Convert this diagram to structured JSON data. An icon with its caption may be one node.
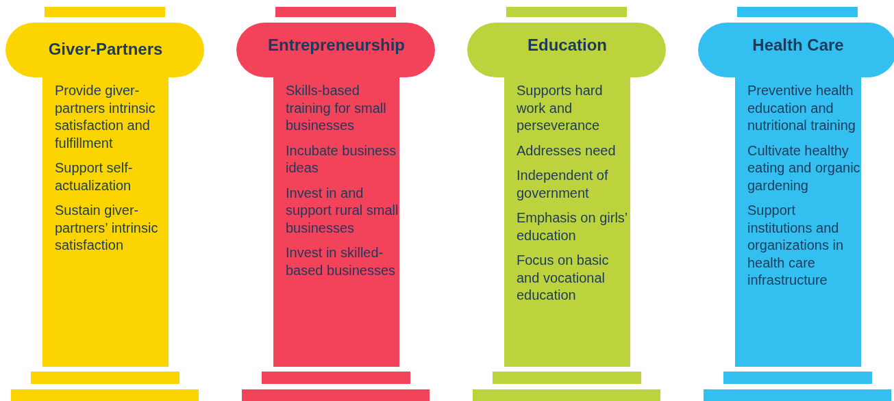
{
  "diagram": {
    "nodes": [
      {
        "text": [
          "Giver-Partners",
          "Provide giver-partners intrinsic satisfaction and fulfillment",
          "Support self-actualization",
          "Sustain giver-partners’ intrinsic satisfaction"
        ]
      },
      {
        "text": [
          "Entrepreneurship",
          "Skills-based training for small businesses",
          "Incubate business ideas",
          "Invest in and support rural small businesses",
          "Invest in skilled-based businesses"
        ]
      },
      {
        "text": [
          "Education",
          "Supports hard work and perseverance",
          "Addresses need",
          "Independent of government",
          "Emphasis on girls’ education",
          "Focus on basic and vocational education"
        ]
      },
      {
        "text": [
          "Health Care",
          "Preventive health education and nutritional training",
          "Cultivate healthy eating and organic gardening",
          "Support institutions and organizations in health care infrastructure"
        ]
      }
    ]
  }
}
